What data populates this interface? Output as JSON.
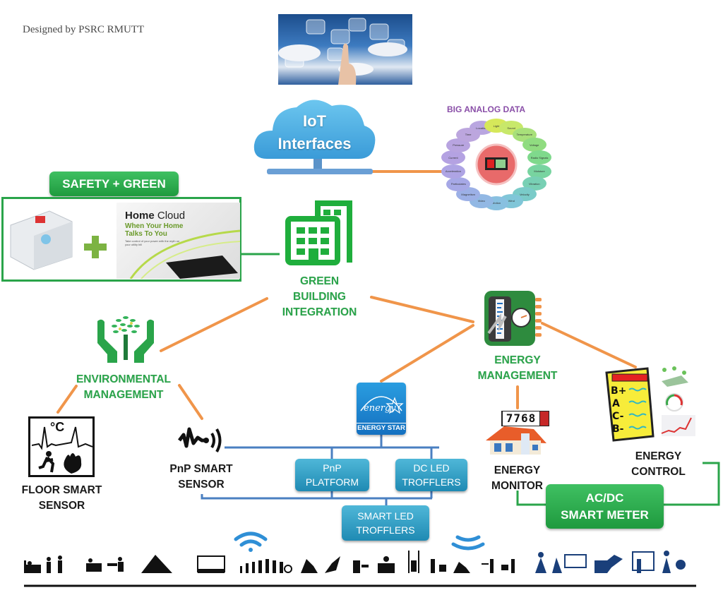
{
  "credit": "Designed by PSRC RMUTT",
  "iot_cloud": {
    "line1": "IoT",
    "line2": "Interfaces"
  },
  "big_data": {
    "title": "BIG ANALOG DATA",
    "ring_labels": [
      "Location",
      "Light",
      "Sound",
      "Temperature",
      "Voltage",
      "Radio Signals",
      "Moisture",
      "Vibration",
      "Velocity",
      "Wind",
      "Motion",
      "Video",
      "Magnetism",
      "Particulates",
      "Acceleration",
      "Current",
      "Pressure",
      "Time"
    ]
  },
  "safety": {
    "badge": "SAFETY + GREEN",
    "homecloud": {
      "brand_left": "Home",
      "brand_right": "Cloud",
      "tagline1": "When Your Home",
      "tagline2": "Talks To You",
      "small_text": "Take control of your power with the myth on your utility bill"
    }
  },
  "green_building": {
    "line1": "GREEN",
    "line2": "BUILDING",
    "line3": "INTEGRATION"
  },
  "environmental": {
    "line1": "ENVIRONMENTAL",
    "line2": "MANAGEMENT"
  },
  "floor_sensor": {
    "line1": "FLOOR SMART",
    "line2": "SENSOR",
    "icon_text": "°C"
  },
  "pnp_sensor": {
    "line1": "PnP SMART",
    "line2": "SENSOR"
  },
  "energy_star": {
    "script": "energy",
    "label": "ENERGY STAR"
  },
  "pnp_platform": {
    "line1": "PnP",
    "line2": "PLATFORM"
  },
  "dc_led": {
    "line1": "DC LED",
    "line2": "TROFFLERS"
  },
  "smart_led": {
    "line1": "SMART LED",
    "line2": "TROFFLERS"
  },
  "energy_management": {
    "line1": "ENERGY",
    "line2": "MANAGEMENT"
  },
  "energy_monitor": {
    "line1": "ENERGY",
    "line2": "MONITOR",
    "meter_digits": "7768"
  },
  "energy_control": {
    "line1": "ENERGY",
    "line2": "CONTROL",
    "grades": [
      "B+",
      "A",
      "C-",
      "B-"
    ]
  },
  "smart_meter": {
    "line1": "AC/DC",
    "line2": "SMART METER"
  },
  "colors": {
    "green": "#2aa44a",
    "orange": "#f0954a",
    "blue_line": "#4a7fc1",
    "blue_button": "#2a9bc7",
    "navy_people": "#1a3f7a"
  }
}
